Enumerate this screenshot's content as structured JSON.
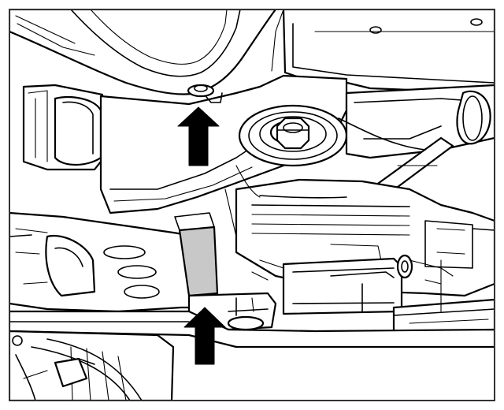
{
  "diagram": {
    "frame_color": "#333333",
    "line_color": "#000000",
    "highlight_color": "#c8c8c8",
    "arrows": [
      {
        "name": "upper-bolt-arrow",
        "direction": "up"
      },
      {
        "name": "lower-bolt-arrow",
        "direction": "up"
      }
    ]
  }
}
